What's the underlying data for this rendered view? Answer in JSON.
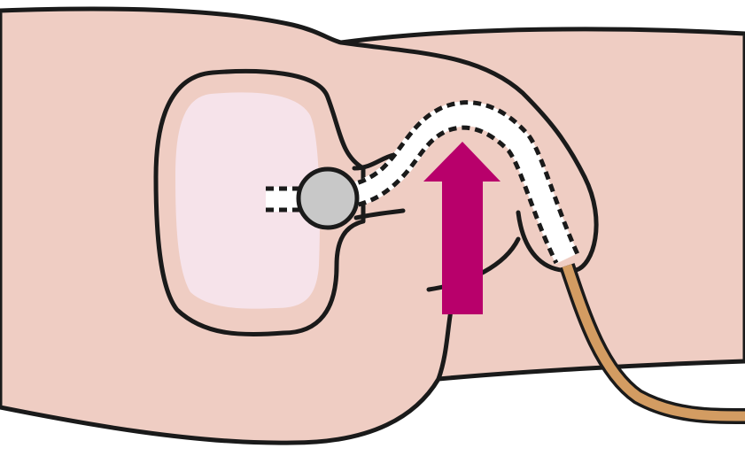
{
  "figure": {
    "colors": {
      "background": "#ffffff",
      "skin": "#efcdc3",
      "stoma_pouch": "#f6e3ea",
      "outline": "#1a1a1a",
      "port": "#c8c8c8",
      "catheter_inner": "#ffffff",
      "catheter_outer": "#d39c62",
      "arrow": "#b8006b"
    },
    "parts": [
      "body-outline",
      "stoma-window",
      "catheter-port",
      "dashed-catheter-tunnel",
      "external-catheter-tube",
      "push-direction-arrow"
    ],
    "arrow_direction": "up"
  }
}
